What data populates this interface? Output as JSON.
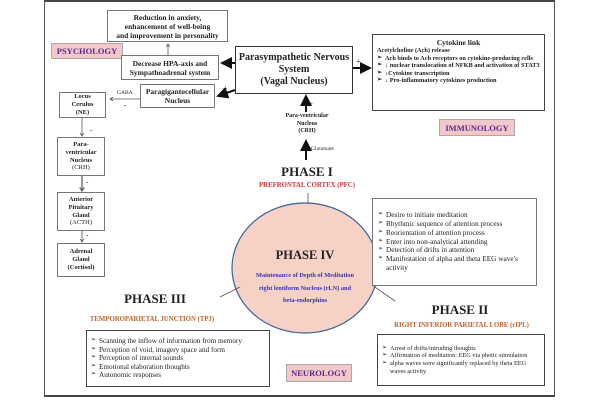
{
  "psychology": {
    "tag": "PSYCHOLOGY",
    "reduction": [
      "Reduction in anxiety,",
      "enhancement of well-being",
      "and improvement in personality"
    ],
    "decrease": [
      "Decrease HPA-axis and",
      "Sympathoadrenal system"
    ],
    "paragigantocellular": [
      "Paragigantocellular",
      "Nucleus"
    ],
    "gaba_label": "GABA",
    "minus": "-",
    "plus": "+"
  },
  "pns": {
    "title": [
      "Parasympathetic Nervous",
      "System",
      "(Vagal Nucleus)"
    ]
  },
  "hpa_chain": [
    [
      "Locus",
      "Cerulus",
      "(NE)"
    ],
    [
      "Para-",
      "ventricular",
      "Nucleus",
      "(CRH)"
    ],
    [
      "Anterior",
      "Pituitary",
      "Gland",
      "(ACTH)"
    ],
    [
      "Adrenal",
      "Gland",
      "(Cortisol)"
    ]
  ],
  "pvn_center": [
    "Para-ventricular",
    "Nucleus",
    "(CRH)"
  ],
  "glutamate_label": "Glutamate",
  "immunology": {
    "tag": "IMMUNOLOGY",
    "title": "Cytokine link",
    "subtitle": "Acetylcholine (Ach) release",
    "items": [
      "Ach binds to Ach receptors on cytokine-producing cells",
      "↓ nuclear translocation of NFKB and activation of STAT3",
      "↓Cytokine transcription",
      "↓ Pro-inflammatory cytokines production"
    ]
  },
  "phase1": {
    "title": "PHASE I",
    "region": "PREFRONTAL CORTEX (PFC)",
    "items": [
      "Desire to initiate meditation",
      "Rhythmic sequence of attention process",
      "Reorientation of attention process",
      "Enter into non-analytical attending",
      "Detection of drifts in attention",
      "Manifestation of alpha and theta EEG wave's activity"
    ]
  },
  "phase4": {
    "title": "PHASE IV",
    "lines": [
      "Maintenance of Depth of Meditation",
      "right lentiform Nucleus (rLN) and",
      "beta-endorphins"
    ]
  },
  "phase3": {
    "title": "PHASE III",
    "region": "TEMPOROPARIETAL JUNCTION (TPJ)",
    "items": [
      "Scanning the inflow of information from memory",
      "Perception of void, imagery space and form",
      "Perception of internal sounds",
      "Emotional elaboration thoughts",
      "Autonomic responses"
    ]
  },
  "phase2": {
    "title": "PHASE II",
    "region": "RIGHT INFERIOR PARIETAL LOBE (rIPL)",
    "items": [
      "Arrest of drifts/intruding thoughts",
      "Affirmation of meditation: EEG via photic stimulation",
      "alpha waves were significantly replaced by theta EEG waves activity"
    ]
  },
  "neurology": {
    "tag": "NEUROLOGY"
  },
  "colors": {
    "tag_bg": "#f4c8c8",
    "tag_text": "#5a2a90",
    "region_red": "#e0303a",
    "region_orange": "#c0622a",
    "phase4_text": "#3535b0",
    "circle_fill": "#f6d2c6",
    "circle_stroke": "#3b5f9a"
  }
}
